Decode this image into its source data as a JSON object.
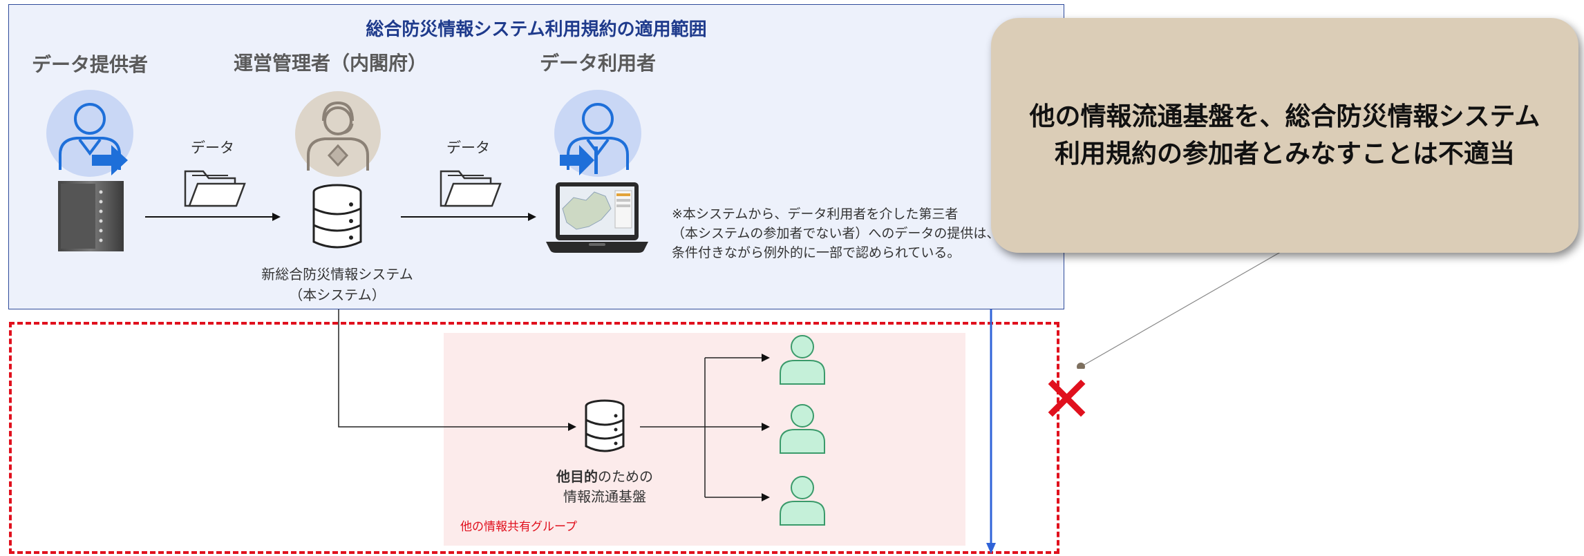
{
  "diagram": {
    "title": "総合防災情報システム利用規約の適用範囲",
    "roles": {
      "provider": "データ提供者",
      "operator": "運営管理者（内閣府）",
      "user": "データ利用者"
    },
    "flow_label_1": "データ",
    "flow_label_2": "データ",
    "system_name_line1": "新総合防災情報システム",
    "system_name_line2": "（本システム）",
    "note_line1": "※本システムから、データ利用者を介した第三者",
    "note_line2": "（本システムの参加者でない者）へのデータの提供は、",
    "note_line3": "条件付きながら例外的に一部で認められている。",
    "other_base_bold": "他目的",
    "other_base_rest": "のための",
    "other_base_line2": "情報流通基盤",
    "other_group_label": "他の情報共有グループ",
    "callout_line1": "他の情報流通基盤を、総合防災情報システム",
    "callout_line2": "利用規約の参加者とみなすことは不適当",
    "colors": {
      "scope_fill": "#edf1fb",
      "scope_border": "#2e4a9a",
      "title": "#1f3b8c",
      "excluded_border": "#e0101d",
      "other_group_fill": "#fcebeb",
      "callout_fill": "#dbcdb7",
      "person_fill": "#c5f0d9",
      "avatar_circle": "#c9d7f5",
      "user_icon": "#1e6fd9",
      "cross": "#e0101d"
    }
  }
}
